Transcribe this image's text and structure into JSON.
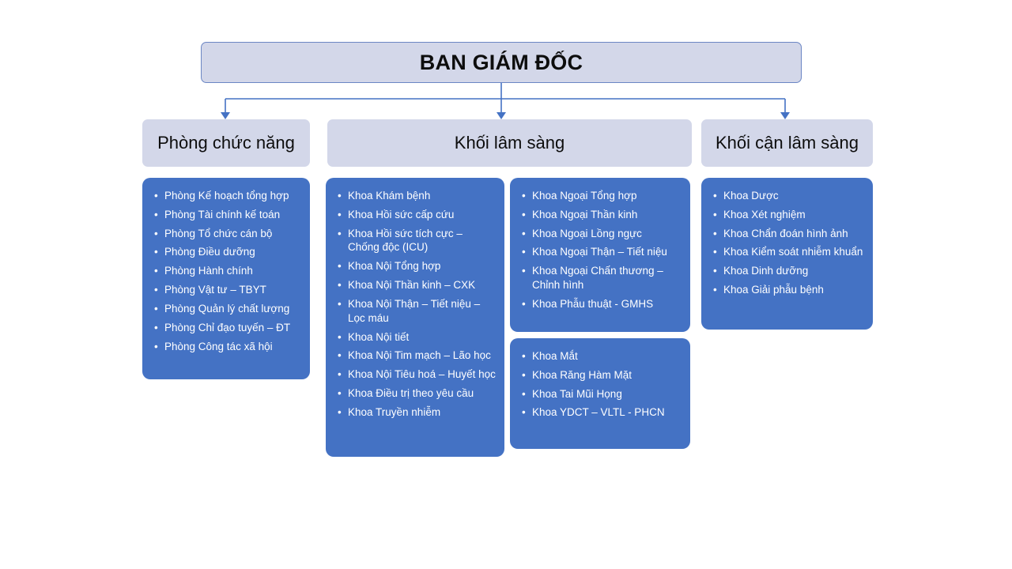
{
  "chart": {
    "type": "org-chart",
    "root": {
      "label": "BAN GIÁM ĐỐC"
    },
    "categories": [
      {
        "label": "Phòng chức năng"
      },
      {
        "label": "Khối lâm sàng"
      },
      {
        "label": "Khối cận lâm sàng"
      }
    ],
    "groups": [
      {
        "id": "phong-chuc-nang",
        "items": [
          "Phòng Kế hoạch tổng hợp",
          "Phòng Tài chính kế toán",
          "Phòng Tổ chức cán bộ",
          "Phòng Điều dưỡng",
          "Phòng Hành chính",
          "Phòng Vật tư – TBYT",
          "Phòng Quản lý chất lượng",
          "Phòng Chỉ đạo tuyến – ĐT",
          "Phòng Công tác xã hội"
        ]
      },
      {
        "id": "khoi-lam-sang-noi",
        "items": [
          "Khoa Khám bệnh",
          "Khoa Hồi sức cấp cứu",
          "Khoa Hồi sức tích cực – Chống độc (ICU)",
          "Khoa Nội Tổng hợp",
          "Khoa Nội Thần kinh – CXK",
          "Khoa Nội Thận – Tiết niệu – Lọc máu",
          "Khoa Nội tiết",
          "Khoa Nội Tim mạch – Lão học",
          "Khoa Nội Tiêu hoá – Huyết học",
          "Khoa Điều trị theo yêu cầu",
          "Khoa Truyền nhiễm"
        ]
      },
      {
        "id": "khoi-lam-sang-ngoai",
        "items": [
          "Khoa Ngoại Tổng hợp",
          "Khoa Ngoại Thần kinh",
          "Khoa Ngoại Lồng ngực",
          "Khoa Ngoại Thận – Tiết niệu",
          "Khoa Ngoại Chấn thương – Chỉnh hình",
          "Khoa Phẫu thuật - GMHS"
        ]
      },
      {
        "id": "khoi-lam-sang-chuyen-khoa",
        "items": [
          "Khoa Mắt",
          "Khoa Răng Hàm Mặt",
          "Khoa Tai Mũi Họng",
          "Khoa YDCT – VLTL - PHCN"
        ]
      },
      {
        "id": "khoi-can-lam-sang",
        "items": [
          "Khoa Dược",
          "Khoa Xét nghiệm",
          "Khoa Chẩn đoán hình ảnh",
          "Khoa Kiểm soát nhiễm khuẩn",
          "Khoa Dinh dưỡng",
          "Khoa Giải phẫu bệnh"
        ]
      }
    ],
    "bullet_glyph": "•",
    "colors": {
      "header_fill": "#d3d7e9",
      "header_border": "#6b86c4",
      "list_fill": "#4472c4",
      "list_text": "#ffffff",
      "connector": "#4472c4",
      "root_text": "#0d0d0d"
    }
  }
}
